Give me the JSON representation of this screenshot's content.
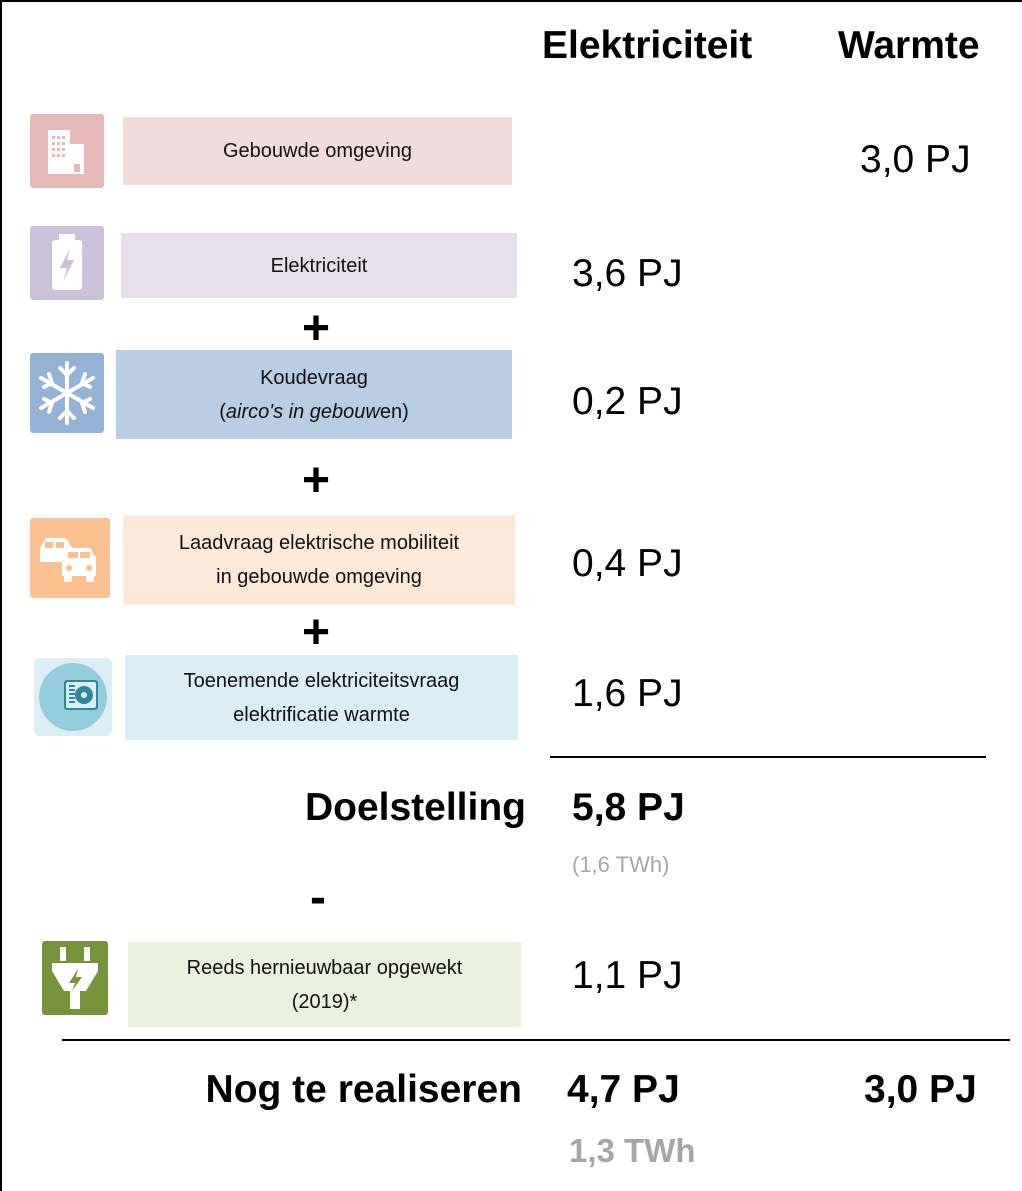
{
  "headers": {
    "electricity": "Elektriciteit",
    "heat": "Warmte"
  },
  "rows": {
    "built_environment": {
      "label": "Gebouwde omgeving",
      "heat_value": "3,0 PJ",
      "color": "#f2dcdb",
      "icon_color": "#d99694"
    },
    "electricity": {
      "label": "Elektriciteit",
      "value": "3,6 PJ",
      "color": "#e5e0ec",
      "icon_color": "#b3a2c7"
    },
    "cooling": {
      "label": "Koudevraag",
      "sub_italic": "airco's in gebouw",
      "sub_rest": "en)",
      "sub_open": "(",
      "value": "0,2 PJ",
      "color": "#b9cde5",
      "icon_color": "#7f9fc9"
    },
    "mobility": {
      "label_line1": "Laadvraag elektrische mobiliteit",
      "label_line2": "in gebouwde omgeving",
      "value": "0,4 PJ",
      "color": "#fde9d9",
      "icon_color": "#f2b98a"
    },
    "heat_pump": {
      "label_line1": "Toenemende elektriciteitsvraag",
      "label_line2": "elektrificatie warmte",
      "value": "1,6 PJ",
      "color": "#dbeef3",
      "icon_color": "#4bacc6"
    },
    "renewable": {
      "label_line1": "Reeds hernieuwbaar opgewekt",
      "label_line2": "(2019)*",
      "value": "1,1 PJ",
      "color": "#ebf1de",
      "icon_color": "#77933c"
    }
  },
  "operators": {
    "plus": "+",
    "minus": "-"
  },
  "target": {
    "label": "Doelstelling",
    "value": "5,8 PJ",
    "sub": "(1,6 TWh)"
  },
  "remaining": {
    "label": "Nog te realiseren",
    "electricity_value": "4,7 PJ",
    "heat_value": "3,0 PJ",
    "sub": "1,3 TWh"
  }
}
